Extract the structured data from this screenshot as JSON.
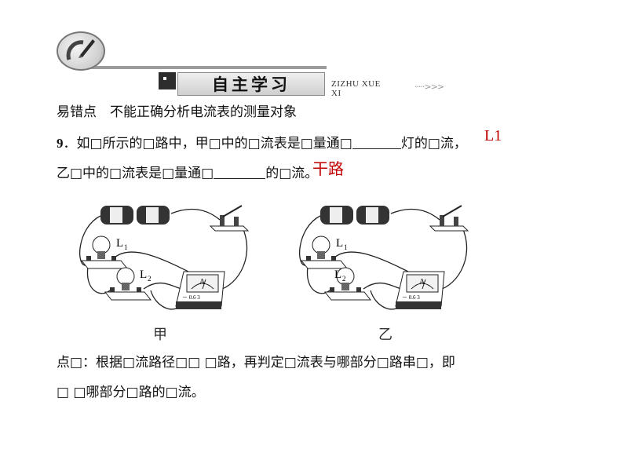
{
  "header": {
    "title": "自主学习",
    "pinyin": "ZIZHU XUE XI",
    "arrows": "·····>>>"
  },
  "section": {
    "heading": "易错点　不能正确分析电流表的测量对象"
  },
  "question": {
    "number": "9",
    "line1_text": "．如□所示的□路中，甲□中的□流表是□量通□",
    "line1_after": "灯的□流，",
    "line2_text": "乙□中的□流表是□量通□",
    "line2_after": "的□流。",
    "answer1": "L1",
    "answer2": "干路"
  },
  "figure": {
    "caption_a": "甲",
    "caption_b": "乙",
    "label_L1": "L",
    "label_L2": "L",
    "sub1": "1",
    "sub2": "2",
    "meter_letter": "A",
    "meter_scale": "－ 0.6  3"
  },
  "hint": {
    "line1": "点□：根据□流路径□□ □路，再判定□流表与哪部分□路串□，即",
    "line2": "□ □哪部分□路的□流。"
  }
}
